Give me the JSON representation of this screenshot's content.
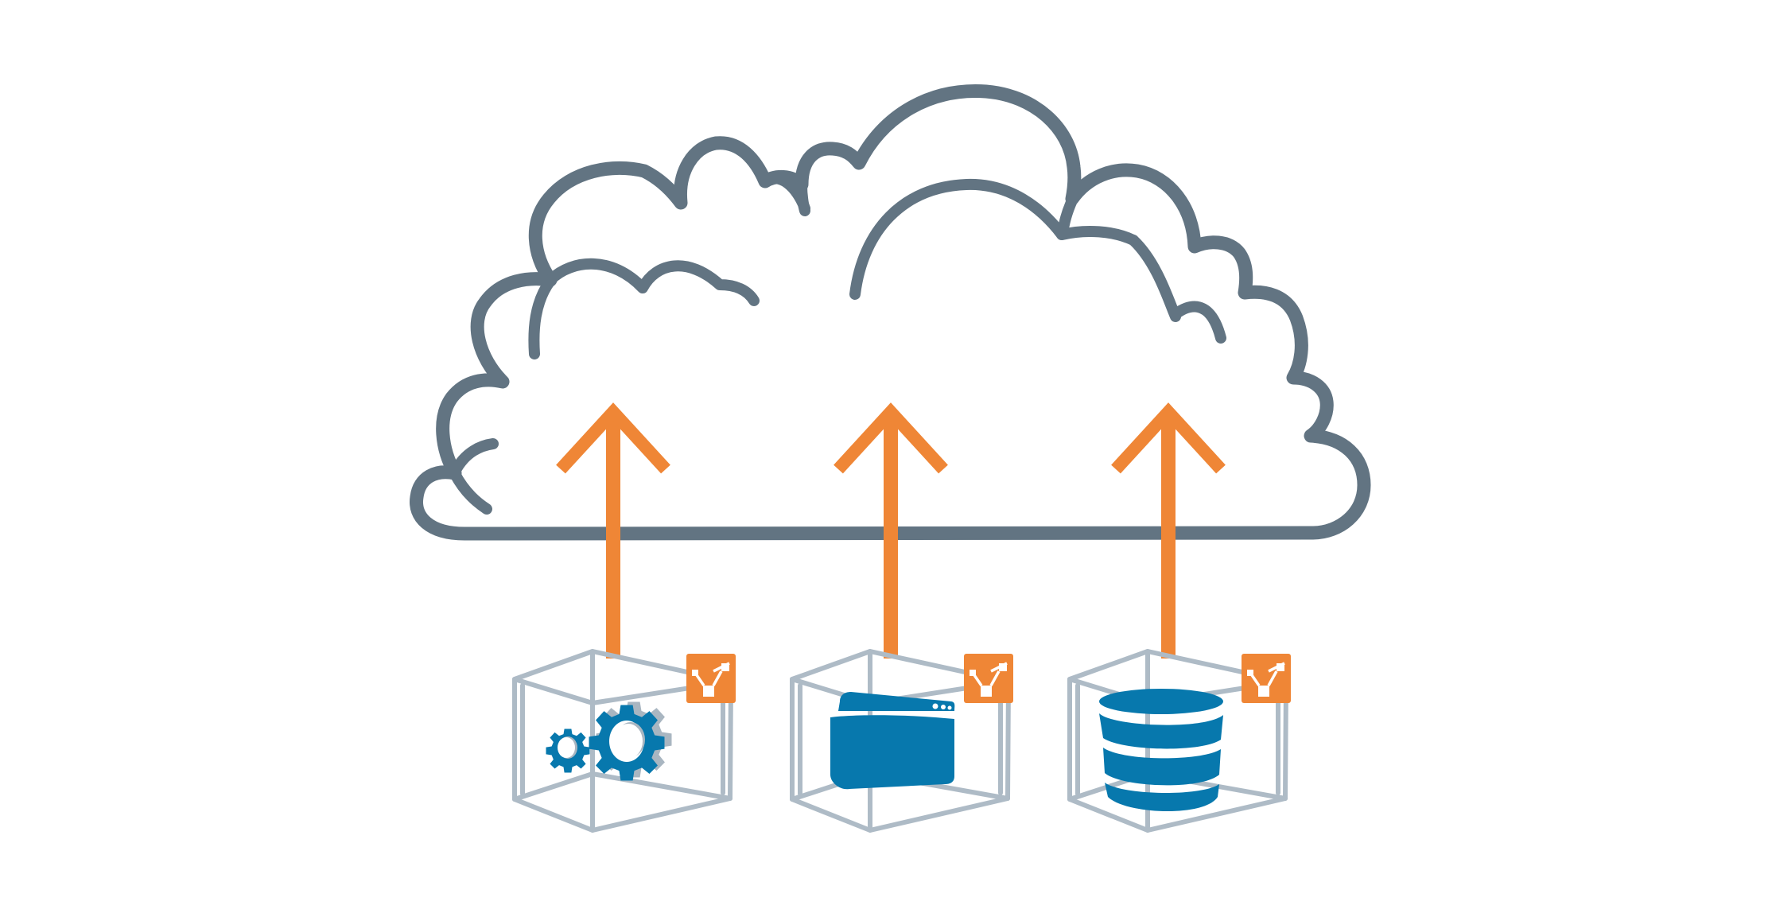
{
  "colors": {
    "cloud_outline": "#627482",
    "arrow": "#ef8636",
    "box_outline": "#aebbc6",
    "icon": "#0778ad",
    "icon_shadow": "#a9b6c1",
    "badge": "#ef8636",
    "background": "#ffffff"
  },
  "diagram": {
    "cloud": {
      "icon": "cloud-icon"
    },
    "nodes": [
      {
        "id": "services",
        "icon": "gears-icon",
        "badge_icon": "network-node-icon"
      },
      {
        "id": "application",
        "icon": "app-window-icon",
        "badge_icon": "network-node-icon"
      },
      {
        "id": "database",
        "icon": "database-icon",
        "badge_icon": "network-node-icon"
      }
    ]
  }
}
